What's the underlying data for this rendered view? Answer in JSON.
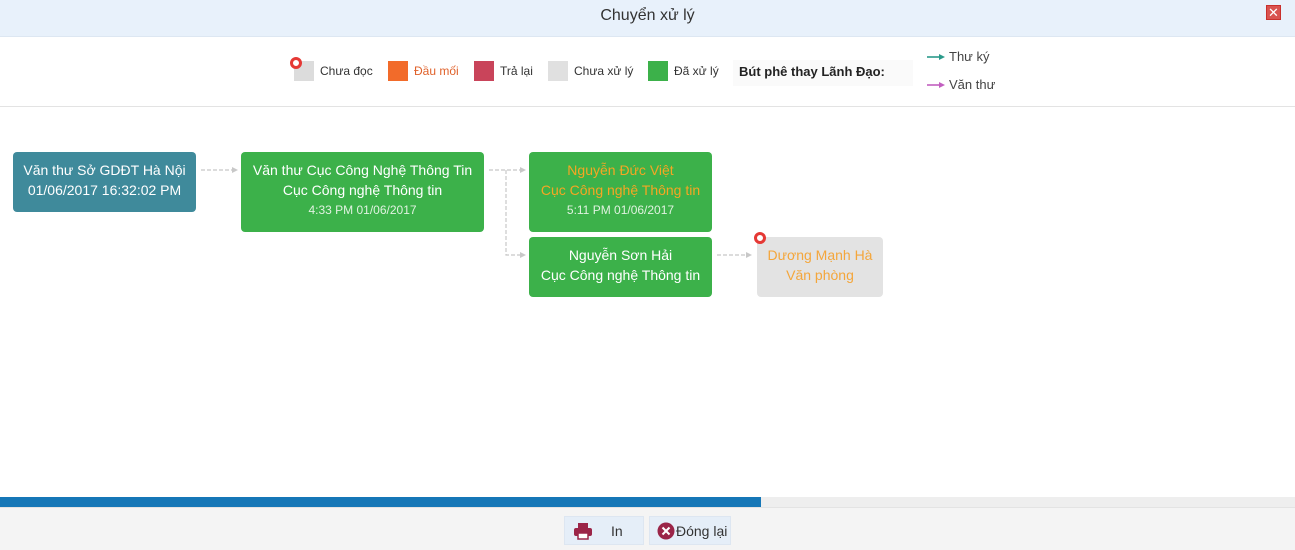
{
  "dialog": {
    "title": "Chuyển xử lý",
    "close_label": "✕"
  },
  "legend": {
    "items": [
      {
        "label": "Chưa đọc",
        "color": "#dcdcdc",
        "unread_dot": true
      },
      {
        "label": "Đầu mối",
        "color": "#f26b2a",
        "label_color": "#e0612a"
      },
      {
        "label": "Trả lại",
        "color": "#c9445a"
      },
      {
        "label": "Chưa xử lý",
        "color": "#e0e0e0"
      },
      {
        "label": "Đã xử lý",
        "color": "#3cb14a"
      }
    ],
    "but_phe_label": "Bút phê thay Lãnh Đạo:",
    "arrows": [
      {
        "label": "Thư ký",
        "color": "#2a9a8a"
      },
      {
        "label": "Văn thư",
        "color": "#c25fc0"
      }
    ]
  },
  "flow": {
    "nodes": [
      {
        "id": "n1",
        "line1": "Văn thư Sở GDĐT Hà Nội",
        "line2": "01/06/2017 16:32:02 PM",
        "time": "",
        "status": "sent"
      },
      {
        "id": "n2",
        "line1": "Văn thư Cục Công Nghệ Thông Tin",
        "line2": "Cục Công nghệ Thông tin",
        "time": "4:33 PM 01/06/2017",
        "status": "processed"
      },
      {
        "id": "n3",
        "line1": "Nguyễn Đức Việt",
        "line2": "Cục Công nghệ Thông tin",
        "time": "5:11 PM 01/06/2017",
        "status": "processed"
      },
      {
        "id": "n4",
        "line1": "Nguyễn Sơn Hải",
        "line2": "Cục Công nghệ Thông tin",
        "time": "",
        "status": "processed"
      },
      {
        "id": "n5",
        "line1": "Dương Mạnh Hà",
        "line2": "Văn phòng",
        "time": "",
        "status": "unread"
      }
    ]
  },
  "progress": {
    "percent": 58.8,
    "color": "#1677b7"
  },
  "footer": {
    "print_label": "In",
    "close_label": "Đóng lại"
  }
}
